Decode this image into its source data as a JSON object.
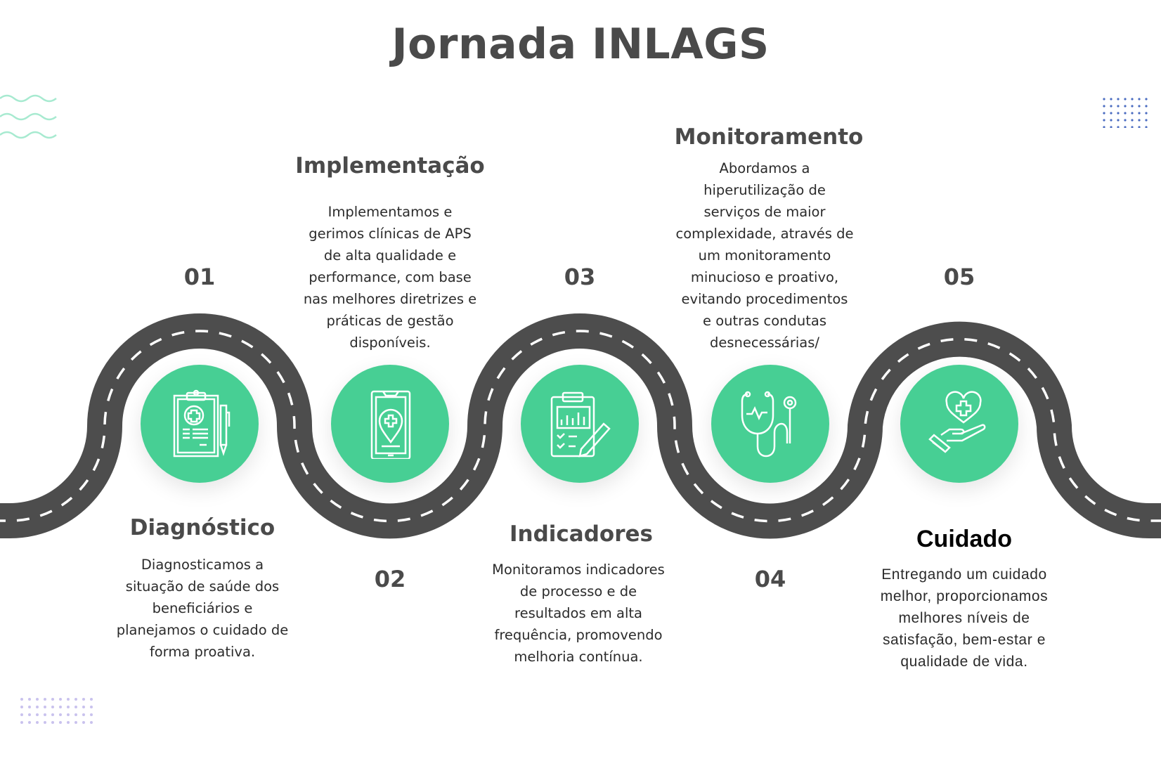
{
  "title": "Jornada INLAGS",
  "colors": {
    "road": "#4d4d4d",
    "accent": "#47cf94",
    "title": "#4a4a4a"
  },
  "steps": [
    {
      "number": "01",
      "heading": "Diagnóstico",
      "icon": "clipboard-medical-icon",
      "lines": [
        "Diagnosticamos a",
        "situação de saúde dos",
        "beneficiários e",
        "planejamos o cuidado de",
        "forma proativa."
      ]
    },
    {
      "number": "02",
      "heading": "Implementação",
      "icon": "phone-location-medical-icon",
      "lines": [
        "Implementamos e",
        "gerimos clínicas de APS",
        "de alta qualidade e",
        "performance, com base",
        "nas melhores diretrizes e",
        "práticas de gestão",
        "disponíveis."
      ]
    },
    {
      "number": "03",
      "heading": "Indicadores",
      "icon": "clipboard-chart-icon",
      "lines": [
        "Monitoramos indicadores",
        "de processo e de",
        "resultados em alta",
        "frequência, promovendo",
        "melhoria contínua."
      ]
    },
    {
      "number": "04",
      "heading": "Monitoramento",
      "icon": "stethoscope-icon",
      "lines": [
        "Abordamos a",
        "hiperutilização de",
        "serviços de maior",
        "complexidade, através de",
        "um monitoramento",
        "minucioso e proativo,",
        "evitando procedimentos",
        "e outras condutas",
        "desnecessárias/"
      ]
    },
    {
      "number": "05",
      "heading": "Cuidado",
      "icon": "hand-heart-icon",
      "lines": [
        "Entregando um cuidado",
        "melhor, proporcionamos",
        "melhores níveis de",
        "satisfação, bem-estar e",
        "qualidade de vida."
      ]
    }
  ]
}
